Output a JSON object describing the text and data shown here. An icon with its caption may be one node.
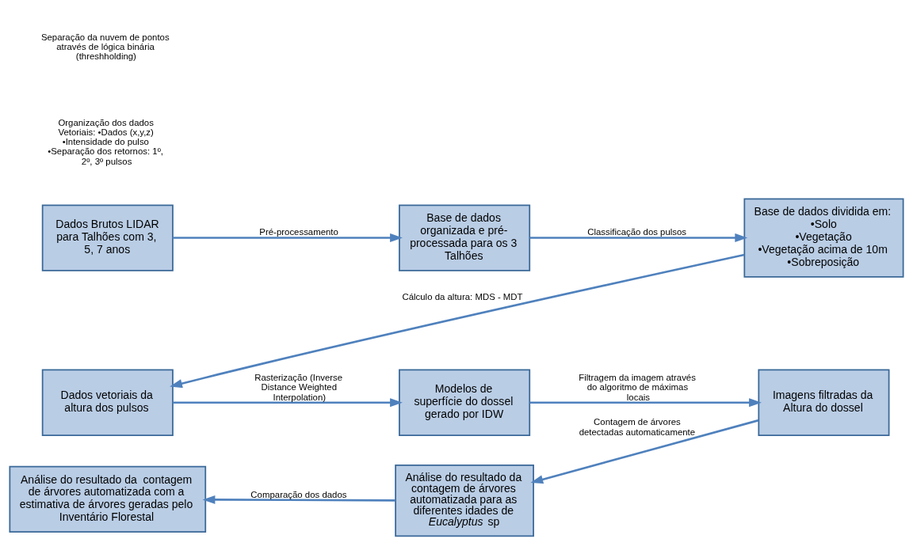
{
  "diagram": {
    "nodes": [
      {
        "text": [
          "Dados Brutos LIDAR para Talhões com 3, 5, 7 anos"
        ]
      },
      {
        "text": [
          "Base de dados organizada e pré-processada para os 3 Talhões"
        ]
      },
      {
        "text": [
          "Base de dados dividida em:",
          "•Solo",
          "•Vegetação",
          "•Vegetação acima de 10m",
          "•Sobreposição"
        ]
      },
      {
        "text": [
          "Dados vetoriais da altura dos pulsos"
        ]
      },
      {
        "text": [
          "Modelos de superfície do dossel gerado por IDW"
        ]
      },
      {
        "text": [
          "Imagens filtradas da Altura do dossel"
        ]
      },
      {
        "text": [
          "Análise do resultado da contagem de árvores automatizada para as diferentes idades de *Eucalyptus* sp"
        ]
      },
      {
        "text": [
          "Análise do resultado da  contagem de árvores automatizada com a estimativa de árvores geradas pelo Inventário Florestal"
        ]
      }
    ],
    "edges": [
      {
        "from": 0,
        "to": 1,
        "arrow": "to",
        "label": "Pré-processamento"
      },
      {
        "from": 1,
        "to": 2,
        "arrow": "to",
        "label": "Classificação dos pulsos"
      },
      {
        "from": 2,
        "to": 3,
        "arrow": "to",
        "label": "Cálculo da altura: MDS - MDT"
      },
      {
        "from": 3,
        "to": 4,
        "arrow": "to",
        "label": "Rasterização (Inverse Distance Weighted Interpolation)"
      },
      {
        "from": 4,
        "to": 5,
        "arrow": "to",
        "label": "Filtragem da imagem através do algoritmo de máximas locais"
      },
      {
        "from": 5,
        "to": 6,
        "arrow": "to",
        "label": "Contagem de árvores detectadas automaticamente"
      },
      {
        "from": 6,
        "to": 7,
        "arrow": "to",
        "label": "Comparação dos dados"
      }
    ],
    "labels": [
      "Organização dos dados Vetoriais: •Dados (x,y,z) •Intensidade do pulso •Separação dos retornos: 1º, 2º, 3º pulsos",
      "Separação da nuvem de pontos através de lógica binária (threshholding)"
    ]
  }
}
